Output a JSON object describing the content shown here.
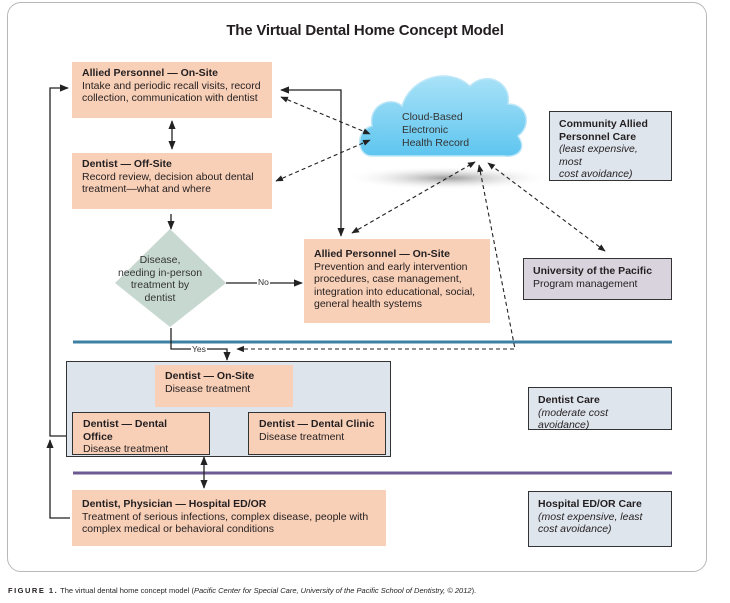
{
  "title": "The Virtual Dental Home Concept Model",
  "nodes": {
    "allied_top": {
      "heading": "Allied Personnel — On-Site",
      "lines": [
        "Intake and periodic recall visits, record",
        "collection, communication with dentist"
      ]
    },
    "dentist_offsite": {
      "heading": "Dentist — Off-Site",
      "lines": [
        "Record review, decision about dental",
        "treatment—what and where"
      ]
    },
    "cloud": {
      "lines": [
        "Cloud-Based",
        "Electronic",
        "Health Record"
      ]
    },
    "decision": {
      "lines": [
        "Disease,",
        "needing in-person",
        "treatment by",
        "dentist"
      ]
    },
    "allied_mid": {
      "heading": "Allied Personnel — On-Site",
      "lines": [
        "Prevention and early intervention",
        "procedures, case management,",
        "integration into educational, social,",
        "general health systems"
      ]
    },
    "dentist_onsite": {
      "heading": "Dentist — On-Site",
      "lines": [
        "Disease treatment"
      ]
    },
    "dentist_office": {
      "heading": "Dentist — Dental Office",
      "lines": [
        "Disease treatment"
      ]
    },
    "dentist_clinic": {
      "heading": "Dentist — Dental Clinic",
      "lines": [
        "Disease treatment"
      ]
    },
    "hospital": {
      "heading": "Dentist, Physician — Hospital ED/OR",
      "lines": [
        "Treatment of serious infections, complex disease, people with",
        "complex medical or behavioral conditions"
      ]
    }
  },
  "edge_labels": {
    "no": "No",
    "yes": "Yes"
  },
  "side_panels": {
    "community": {
      "heading_lines": [
        "Community Allied",
        "Personnel Care"
      ],
      "note_lines": [
        "(least expensive, most",
        "cost avoidance)"
      ]
    },
    "university": {
      "heading": "University of the Pacific",
      "lines": [
        "Program management"
      ]
    },
    "dentist_care": {
      "heading": "Dentist Care",
      "note_lines": [
        "(moderate cost avoidance)"
      ]
    },
    "hospital_care": {
      "heading": "Hospital ED/OR Care",
      "note_lines": [
        "(most expensive, least",
        "cost avoidance)"
      ]
    }
  },
  "colors": {
    "node_fill": "#f8cfb7",
    "side_fill": "#dfe5ed",
    "university_fill": "#d9d3de",
    "decision_fill": "#c7d8d1",
    "cloud_fill": "#7fd0f2",
    "divider_blue": "#3d80a3",
    "divider_purple": "#6b5a93"
  },
  "caption": {
    "figure_label": "FIGURE 1.",
    "text": " The virtual dental home concept model (",
    "source": "Pacific Center for Special Care, University of the Pacific School of Dentistry, © 2012",
    "end": ")."
  }
}
